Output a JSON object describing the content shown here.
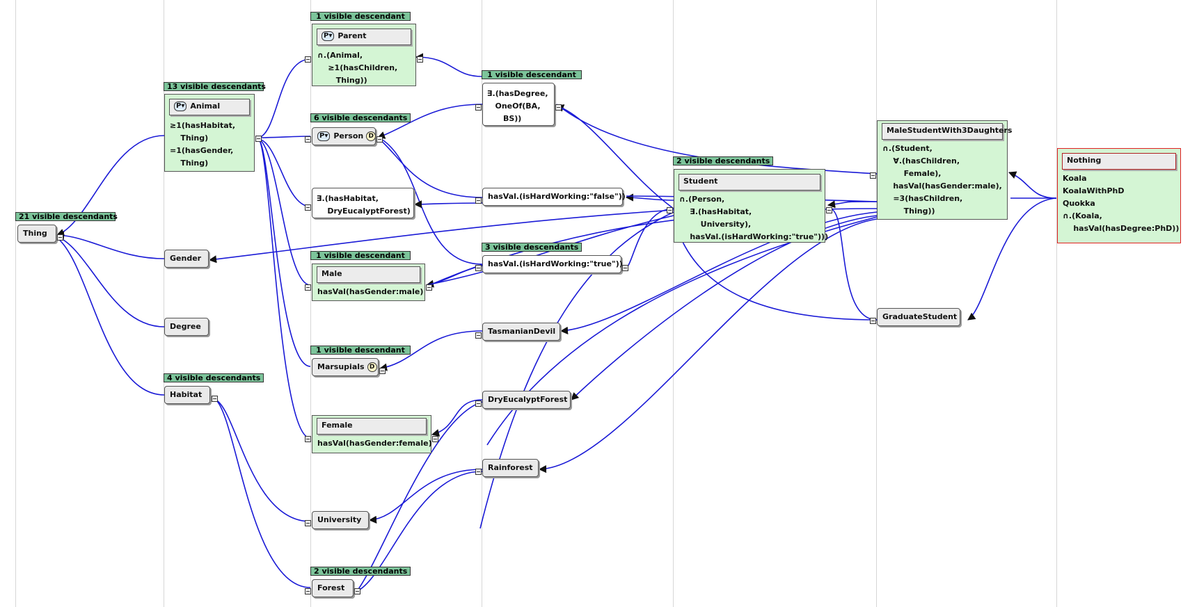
{
  "colors": {
    "edge": "#1a1ad6",
    "badge": "#7cc49a",
    "complex_fill": "#d4f5d4",
    "nothing_border": "#e02020"
  },
  "icons": {
    "pv": "P▾",
    "defined": "D"
  },
  "nodes": {
    "thing": {
      "label": "Thing",
      "badge": "21 visible descendants"
    },
    "animal": {
      "label": "Animal",
      "badge": "13 visible descendants",
      "lines": [
        "≥1(hasHabitat,",
        "    Thing)",
        "=1(hasGender,",
        "    Thing)"
      ]
    },
    "gender": {
      "label": "Gender"
    },
    "degree": {
      "label": "Degree"
    },
    "habitat": {
      "label": "Habitat",
      "badge": "4 visible descendants"
    },
    "parent": {
      "label": "Parent",
      "badge": "1 visible descendant",
      "lines": [
        "∩.(Animal,",
        "    ≥1(hasChildren,",
        "       Thing))"
      ]
    },
    "person": {
      "label": "Person",
      "badge": "6 visible descendants"
    },
    "ex_habitat_dry": {
      "lines": [
        "∃.(hasHabitat,",
        "    DryEucalyptForest)"
      ]
    },
    "male": {
      "label": "Male",
      "badge": "1 visible descendant",
      "lines": [
        "hasVal(hasGender:male)"
      ]
    },
    "marsupials": {
      "label": "Marsupials",
      "badge": "1 visible descendant"
    },
    "female": {
      "label": "Female",
      "lines": [
        "hasVal(hasGender:female)"
      ]
    },
    "university": {
      "label": "University"
    },
    "forest": {
      "label": "Forest",
      "badge": "2 visible descendants"
    },
    "ex_degree": {
      "badge": "1 visible descendant",
      "lines": [
        "∃.(hasDegree,",
        "   OneOf(BA,",
        "      BS))"
      ]
    },
    "hv_false": {
      "label": "hasVal.(isHardWorking:\"false\"))"
    },
    "hv_true": {
      "label": "hasVal.(isHardWorking:\"true\"))",
      "badge": "3 visible descendants"
    },
    "tasmanian": {
      "label": "TasmanianDevil"
    },
    "dryeuc": {
      "label": "DryEucalyptForest"
    },
    "rainforest": {
      "label": "Rainforest"
    },
    "student": {
      "label": "Student",
      "badge": "2 visible descendants",
      "lines": [
        "∩.(Person,",
        "    ∃.(hasHabitat,",
        "        University),",
        "    hasVal.(isHardWorking:\"true\")))"
      ]
    },
    "msw3d": {
      "label": "MaleStudentWith3Daughters",
      "lines": [
        "∩.(Student,",
        "    ∀.(hasChildren,",
        "        Female),",
        "    hasVal(hasGender:male),",
        "    =3(hasChildren,",
        "        Thing))"
      ]
    },
    "grad": {
      "label": "GraduateStudent"
    },
    "nothing": {
      "label": "Nothing",
      "lines": [
        "Koala",
        "KoalaWithPhD",
        "Quokka",
        "∩.(Koala,",
        "    hasVal(hasDegree:PhD))"
      ]
    }
  }
}
